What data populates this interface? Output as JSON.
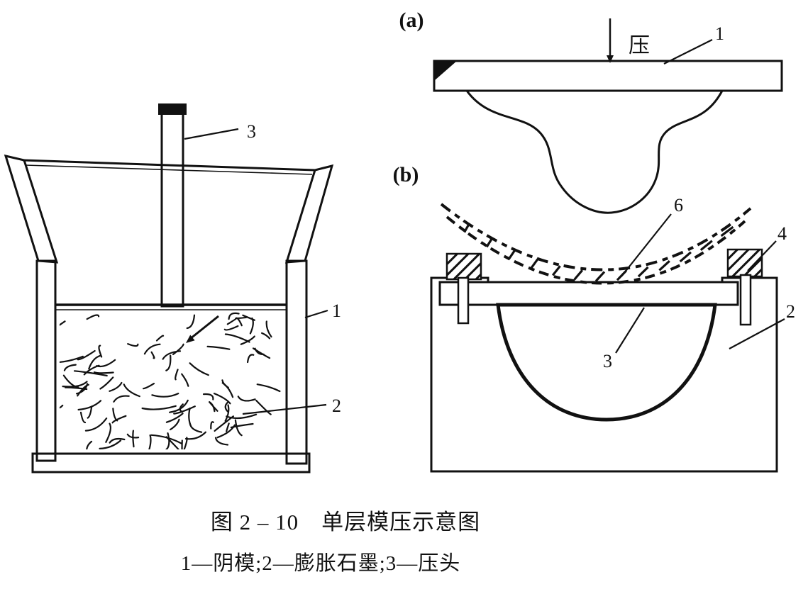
{
  "colors": {
    "ink": "#111111",
    "paper": "#ffffff"
  },
  "caption": {
    "title": "图 2 – 10　单层模压示意图",
    "legend": "1—阴模;2—膨胀石墨;3—压头"
  },
  "left_figure": {
    "label_ram": "3",
    "label_mold": "1",
    "label_graphite": "2"
  },
  "panel_a": {
    "tag": "(a)",
    "press_text": "压",
    "label_die": "1"
  },
  "panel_b": {
    "tag": "(b)",
    "label_sheet": "6",
    "label_bolt": "4",
    "label_mold": "2",
    "label_plate": "3"
  }
}
